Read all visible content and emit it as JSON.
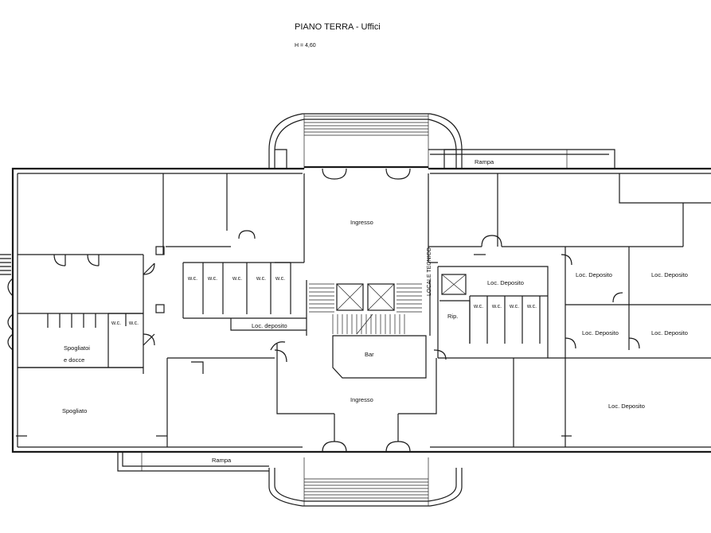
{
  "header": {
    "title": "PIANO TERRA - Uffici",
    "height": "H = 4,60"
  },
  "rooms": {
    "rampa_top": "Rampa",
    "rampa_bottom": "Rampa",
    "ingresso_top": "Ingresso",
    "ingresso_bottom": "Ingresso",
    "bar": "Bar",
    "loc_deposito_left": "Loc. deposito",
    "loc_deposito_center": "Loc. Deposito",
    "rip": "Rip.",
    "spogliatoi_line1": "Spogliatoi",
    "spogliatoi_line2": "e docce",
    "spogliato": "Spogliato",
    "wc": "w.c.",
    "dep_r1": "Loc. Deposito",
    "dep_r2": "Loc. Deposito",
    "dep_r3": "Loc. Deposito",
    "dep_r4": "Loc. Deposito",
    "dep_r5": "Loc. Deposito",
    "vert_label": "LOCALE TECNICO"
  }
}
